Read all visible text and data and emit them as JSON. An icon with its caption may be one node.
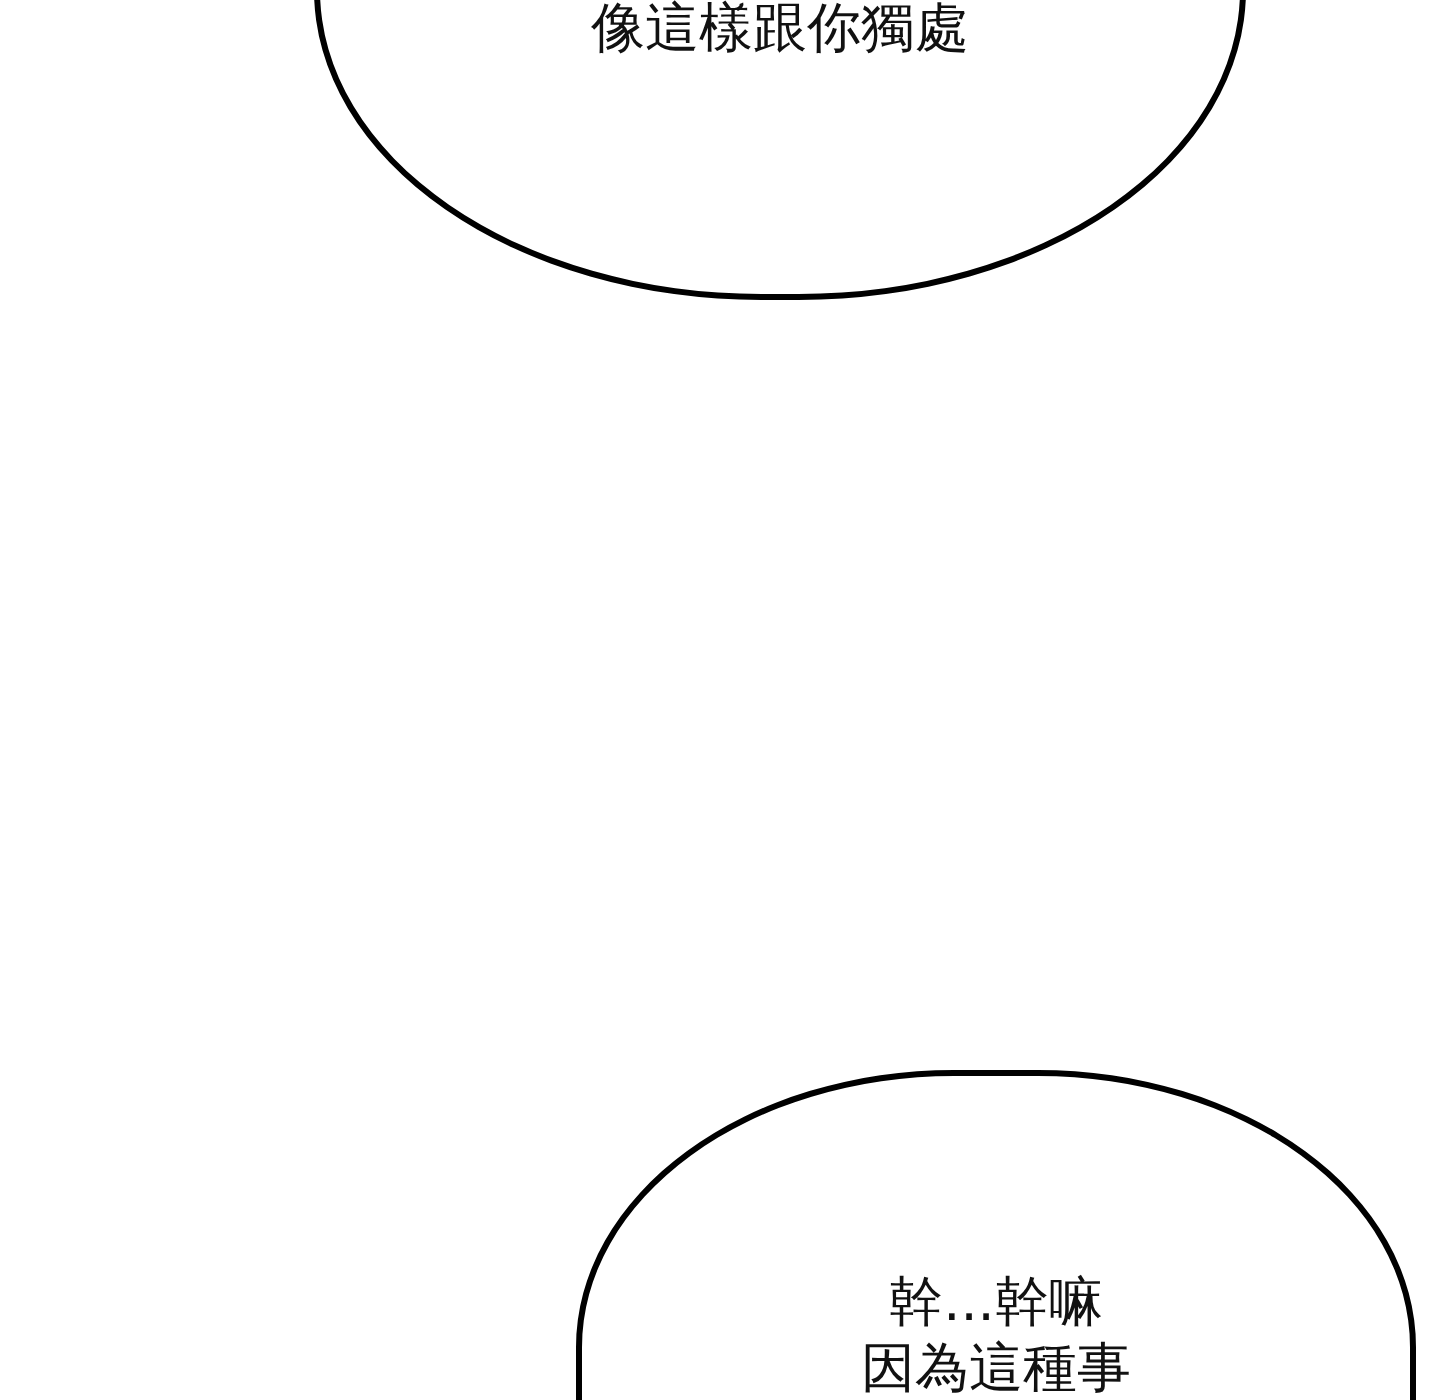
{
  "diagram": {
    "nodes": [
      {
        "text": [
          "像這樣跟你獨處"
        ]
      },
      {
        "text": [
          "幹...幹嘛",
          "因為這種事"
        ]
      }
    ]
  }
}
